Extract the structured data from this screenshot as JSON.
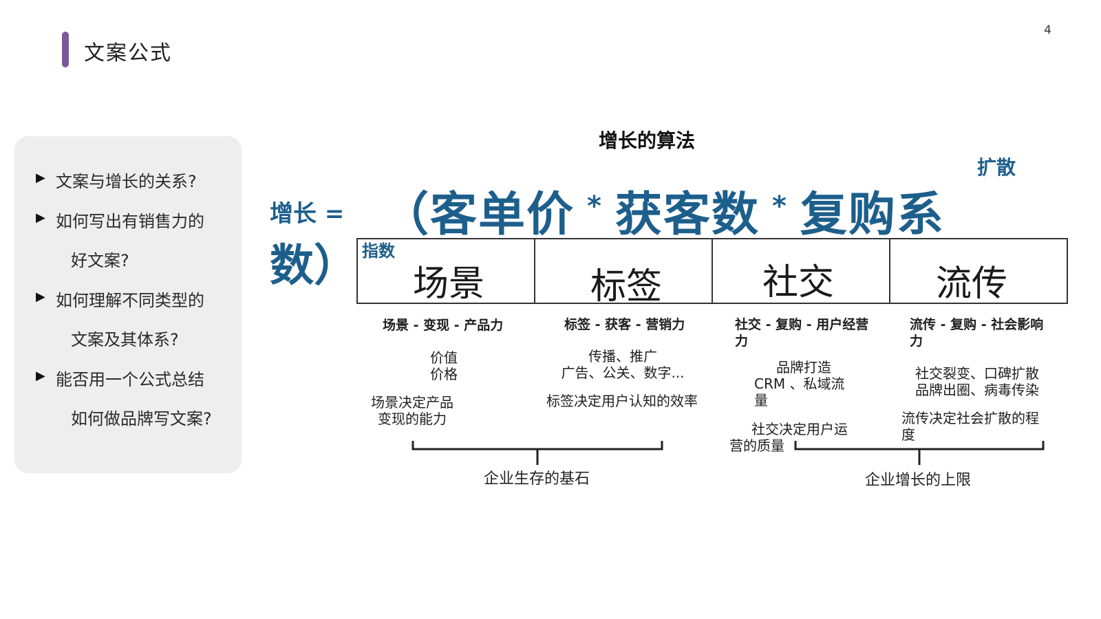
{
  "page": {
    "number": "4",
    "title": "文案公式",
    "accent_color": "#7b5a9a",
    "formula_color": "#1d5f8c"
  },
  "agenda": {
    "items": [
      {
        "text": "文案与增长的关系?",
        "bullet": "▶"
      },
      {
        "text": "如何写出有销售力的",
        "bullet": "▶"
      },
      {
        "text": "好文案?",
        "bullet": ""
      },
      {
        "text": "如何理解不同类型的",
        "bullet": "▶"
      },
      {
        "text": "文案及其体系?",
        "bullet": ""
      },
      {
        "text": "能否用一个公式总结",
        "bullet": "▶"
      },
      {
        "text": "如何做品牌写文案?",
        "bullet": ""
      }
    ]
  },
  "formula": {
    "heading": "增长的算法",
    "growth_label": "增长 =",
    "num_paren": "数）",
    "main_open": "（",
    "term1": "客单价",
    "star": "*",
    "term2": "获客数",
    "term3": "复购系",
    "index_label": "指数",
    "spread_label": "扩散"
  },
  "factors": [
    {
      "name": "场景",
      "head": "场景 - 变现 - 产品力",
      "detail_lines": [
        "价值",
        "价格"
      ],
      "note_lines": [
        "场景决定产品",
        "变现的能力"
      ]
    },
    {
      "name": "标签",
      "head": "标签 - 获客 - 营销力",
      "detail_lines": [
        "传播、推广",
        "广告、公关、数字..."
      ],
      "note_lines": [
        "标签决定用户认知的效率"
      ]
    },
    {
      "name": "社交",
      "head_lines": [
        "社交 - 复购 - 用户经营",
        "力"
      ],
      "detail_lines": [
        "品牌打造",
        "CRM 、私域流",
        "量"
      ],
      "note_lines": [
        "社交决定用户运",
        "营的质量"
      ]
    },
    {
      "name": "流传",
      "head_lines": [
        "流传 - 复购 - 社会影响",
        "力"
      ],
      "detail_lines": [
        "社交裂变、口碑扩散",
        "品牌出圈、病毒传染"
      ],
      "note_lines": [
        "流传决定社会扩散的程",
        "度"
      ]
    }
  ],
  "groups": {
    "left_label": "企业生存的基石",
    "right_label": "企业增长的上限"
  }
}
